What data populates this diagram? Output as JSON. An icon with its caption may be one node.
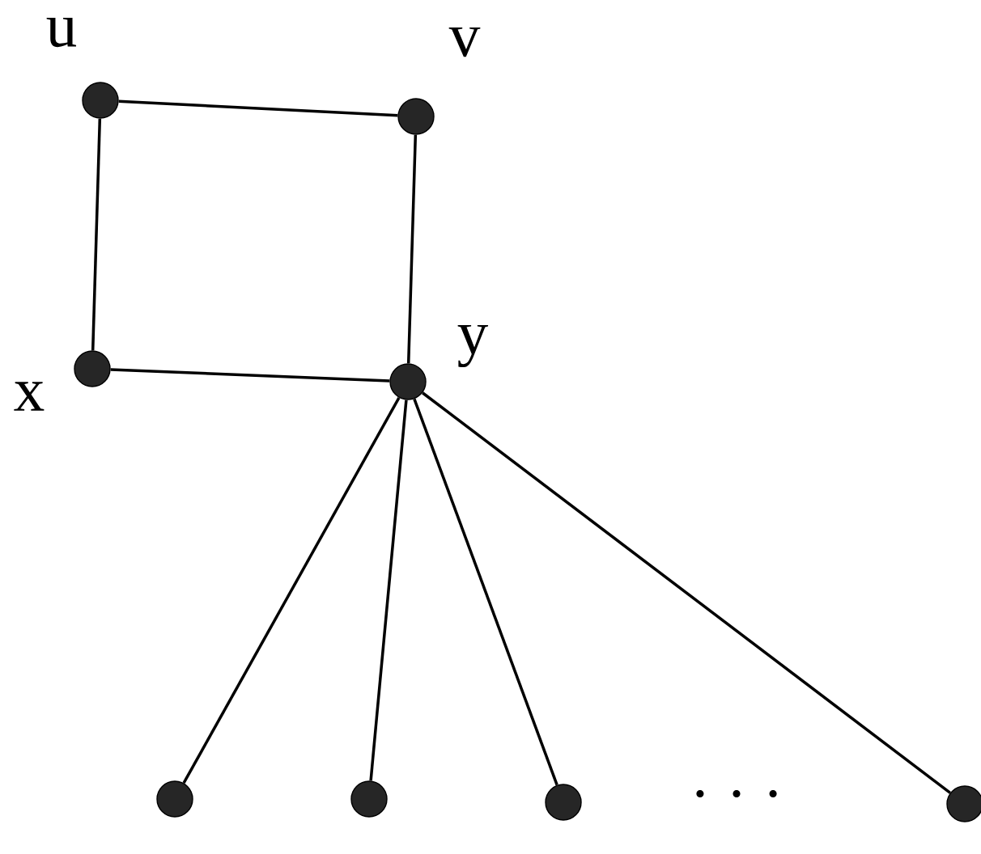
{
  "diagram": {
    "nodes": [
      {
        "text": [],
        "shape": "circle",
        "beside": [
          "u"
        ]
      },
      {
        "text": [],
        "shape": "circle",
        "beside": [
          "v"
        ]
      },
      {
        "text": [],
        "shape": "circle",
        "beside": [
          "x"
        ]
      },
      {
        "text": [],
        "shape": "circle",
        "beside": [
          "y"
        ]
      },
      {
        "text": [],
        "shape": "circle"
      },
      {
        "text": [],
        "shape": "circle"
      },
      {
        "text": [],
        "shape": "circle"
      },
      {
        "text": [],
        "shape": "circle"
      }
    ],
    "edges": [
      {
        "from": 0,
        "to": 1,
        "arrow": "none"
      },
      {
        "from": 0,
        "to": 2,
        "arrow": "none"
      },
      {
        "from": 1,
        "to": 3,
        "arrow": "none"
      },
      {
        "from": 2,
        "to": 3,
        "arrow": "none"
      },
      {
        "from": 3,
        "to": 4,
        "arrow": "none"
      },
      {
        "from": 3,
        "to": 5,
        "arrow": "none"
      },
      {
        "from": 3,
        "to": 6,
        "arrow": "none"
      },
      {
        "from": 3,
        "to": 7,
        "arrow": "none"
      }
    ],
    "labels": [
      "· · ·"
    ]
  }
}
